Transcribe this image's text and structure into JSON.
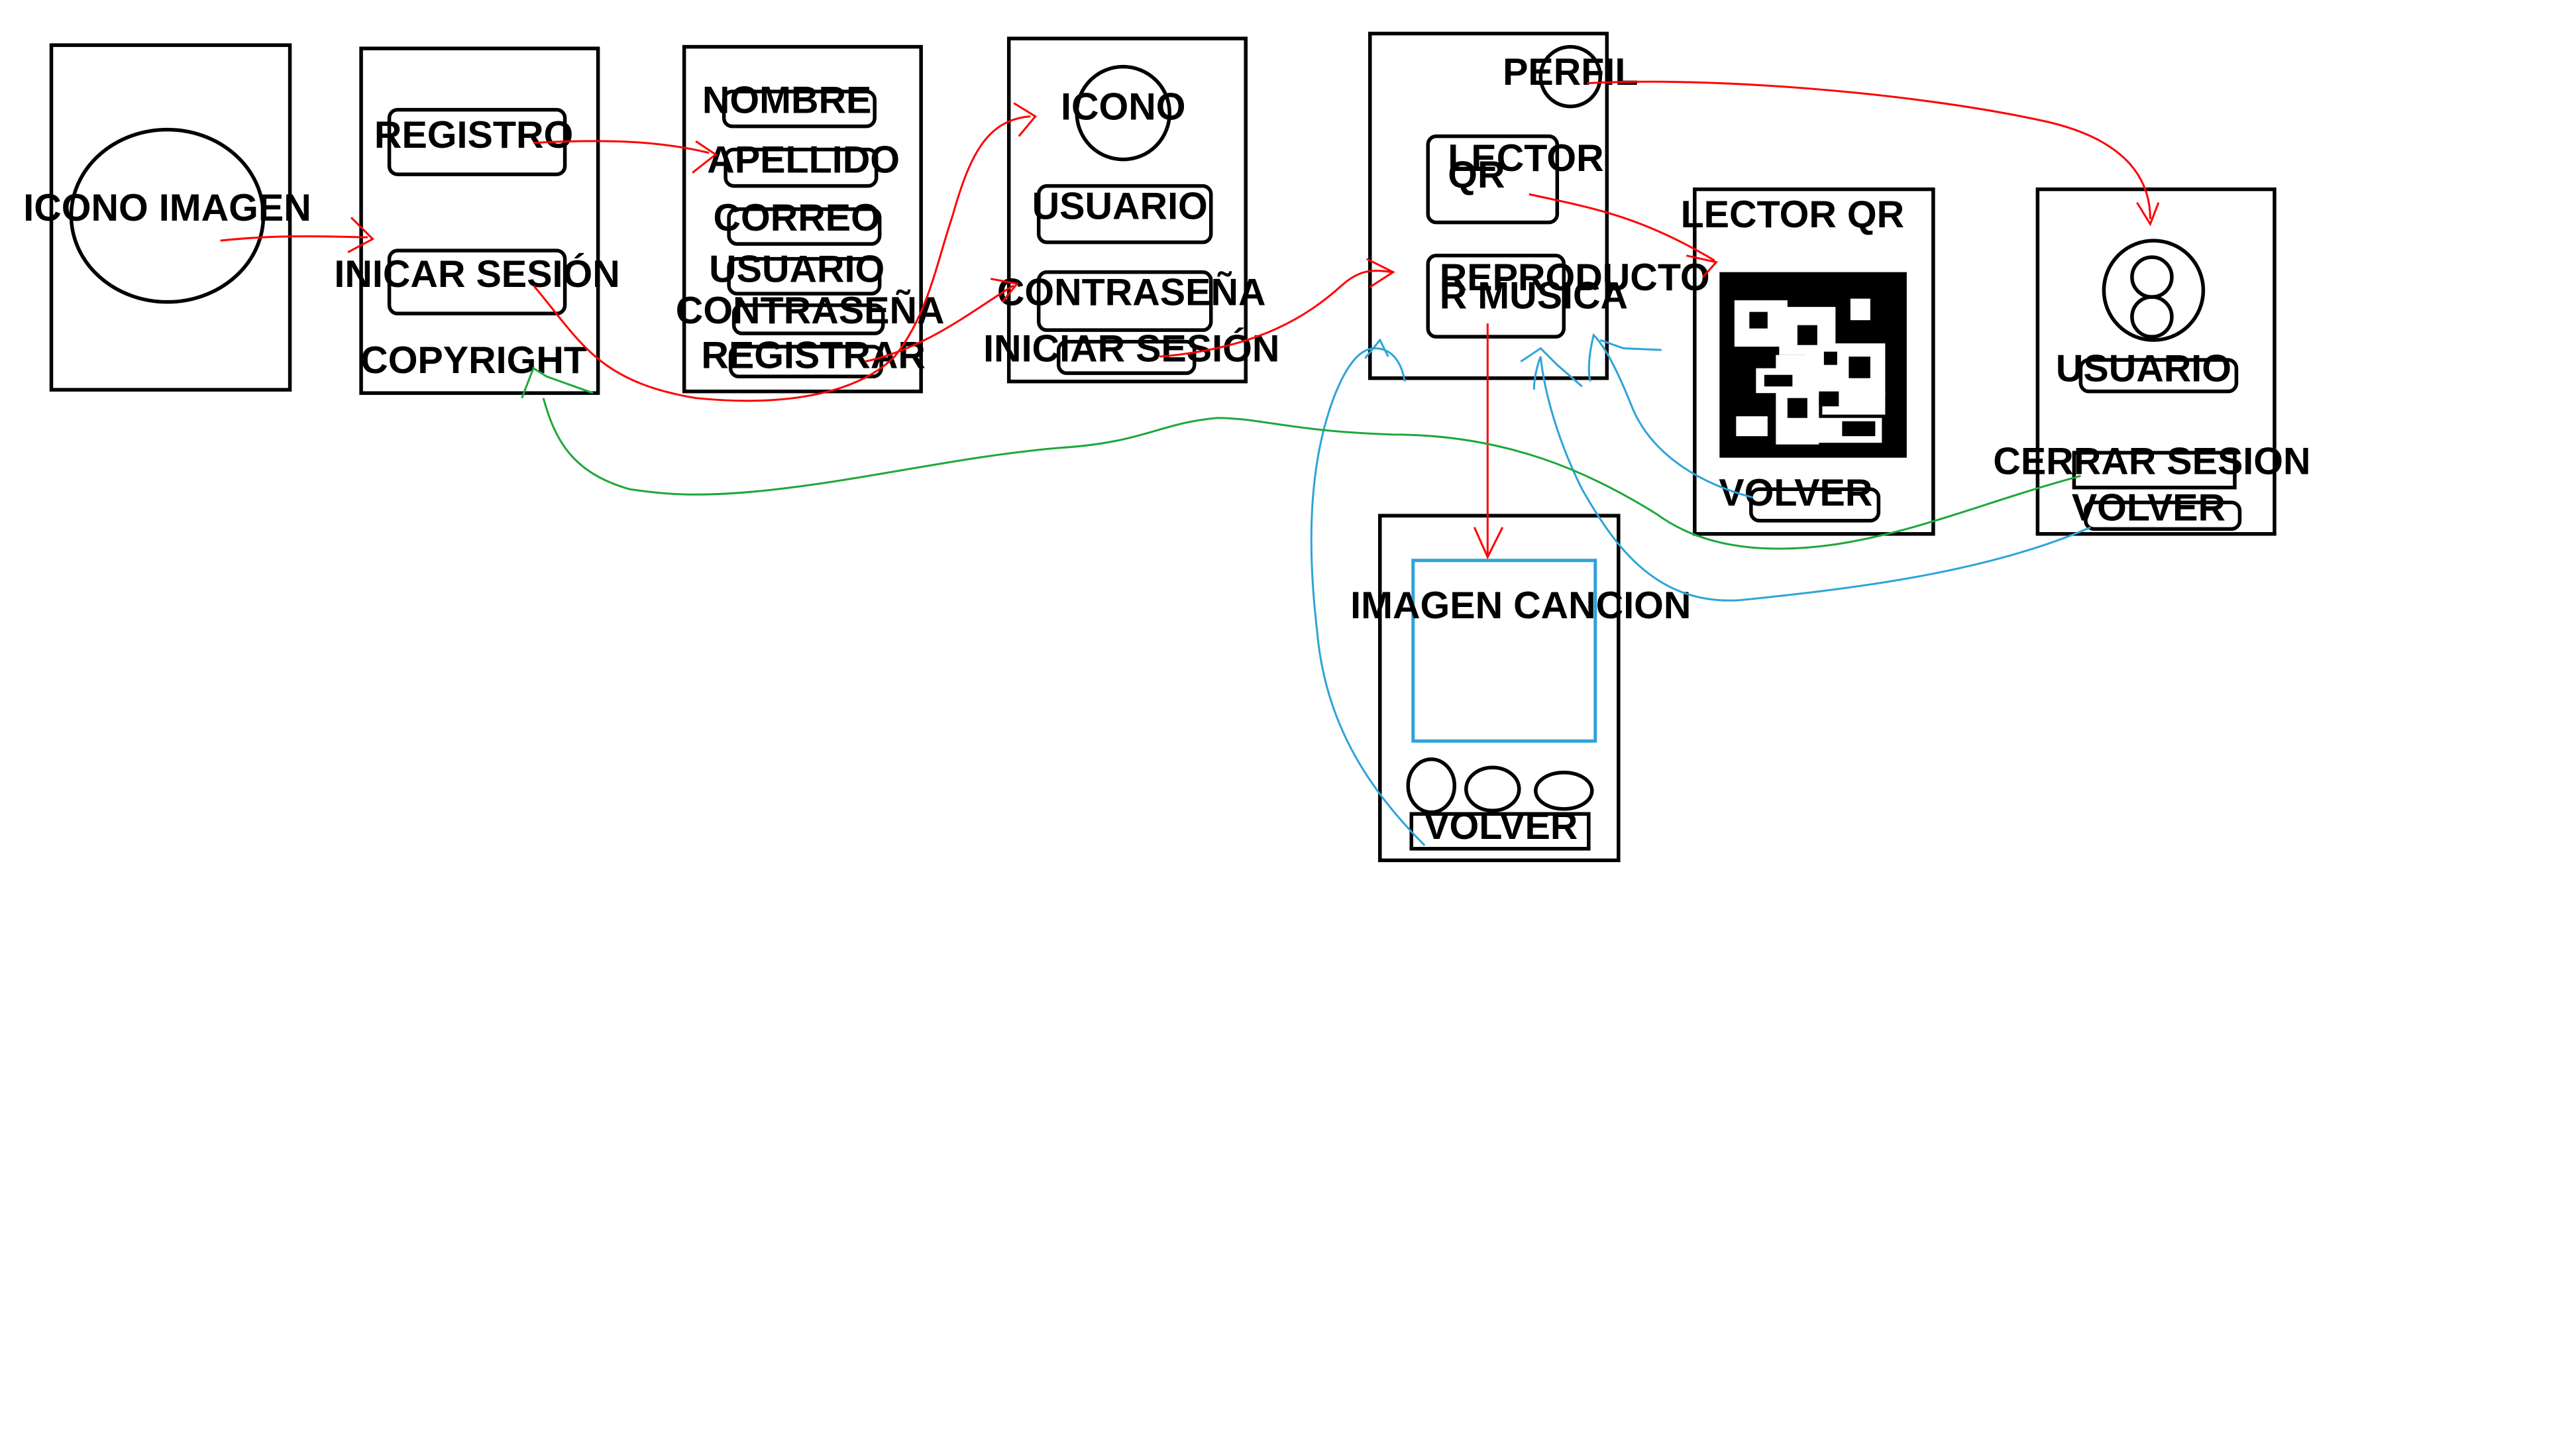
{
  "colors": {
    "background": "#ffffff",
    "frame": "#000000",
    "flow": "#ff0000",
    "back": "#2ea3d9",
    "logout": "#1ea83a",
    "image": "#2ea3d9"
  },
  "splash": {
    "icon_label": "ICONO IMAGEN"
  },
  "home": {
    "register_label": "REGISTRO",
    "login_label": "INICAR SESIÓN",
    "copyright_label": "COPYRIGHT"
  },
  "register": {
    "nombre_label": "NOMBRE",
    "apellido_label": "APELLIDO",
    "correo_label": "CORREO",
    "usuario_label": "USUARIO",
    "contrasena_label": "CONTRASEÑA",
    "registrar_label": "REGISTRAR"
  },
  "login": {
    "icon_label": "ICONO",
    "usuario_label": "USUARIO",
    "contrasena_label": "CONTRASEÑA",
    "login_label": "INICIAR SESIÓN"
  },
  "menu": {
    "profile_label": "PERFIL",
    "qr_label_line1": "LECTOR",
    "qr_label_line2": "QR",
    "player_label_line1": "REPRODUCTO",
    "player_label_line2": "R MUSICA"
  },
  "qr_screen": {
    "title": "LECTOR QR",
    "back_label": "VOLVER"
  },
  "profile_screen": {
    "usuario_label": "USUARIO",
    "logout_label": "CERRAR SESION",
    "back_label": "VOLVER"
  },
  "player_screen": {
    "image_label": "IMAGEN CANCION",
    "back_label": "VOLVER"
  }
}
